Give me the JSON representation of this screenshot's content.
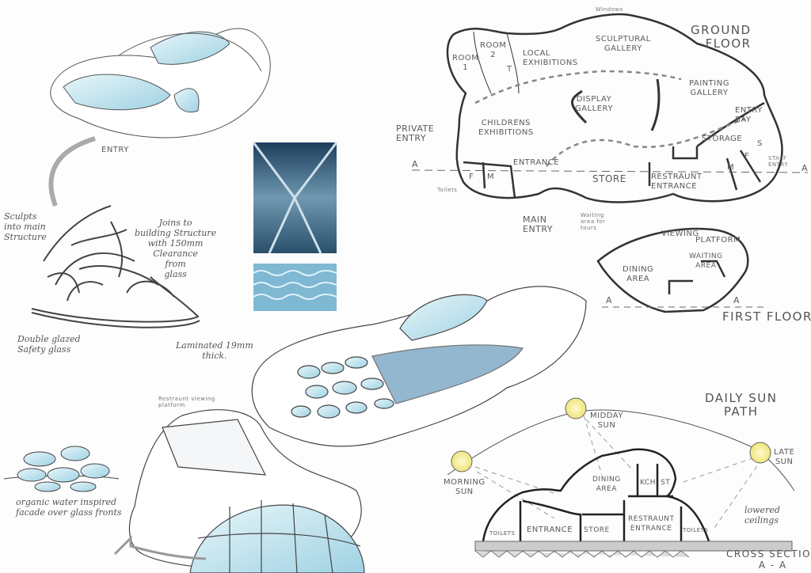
{
  "sketch_notes": {
    "entry": "ENTRY",
    "sculpts": "Sculpts\ninto main\nStructure",
    "joins": "Joins to\nbuilding Structure\nwith 150mm\nClearance\nfrom\nglass",
    "double_glazed": "Double glazed\nSafety glass",
    "laminated": "Laminated 19mm\nthick.",
    "facade": "organic water inspired\nfacade over glass fronts",
    "restaurant_platform": "Restraunt viewing\nplatform"
  },
  "ground_floor": {
    "title": "GROUND\nFLOOR",
    "windows": "Windows",
    "rooms": [
      "ROOM\n1",
      "ROOM\n2",
      "T"
    ],
    "areas": {
      "local": "LOCAL\nEXHIBITIONS",
      "sculptural": "SCULPTURAL\nGALLERY",
      "painting": "PAINTING\nGALLERY",
      "display": "DISPLAY\nGALLERY",
      "childrens": "CHILDRENS\nEXHIBITIONS",
      "entrance": "ENTRANCE",
      "store": "STORE",
      "restaurant_entrance": "RESTRAUNT\nENTRANCE",
      "storage": "STORAGE",
      "entry_bay": "ENTRY\nBAY",
      "f": "F",
      "m": "M",
      "s": "S",
      "f2": "F",
      "m2": "M"
    },
    "private_entry": "PRIVATE\nENTRY",
    "main_entry": "MAIN\nENTRY",
    "staff_entry": "STAFF\nENTRY",
    "toilets": "Toilets",
    "waiting": "Waiting\narea for\ntours",
    "section_marker": "A"
  },
  "first_floor": {
    "title": "FIRST FLOOR",
    "viewing": "VIEWING",
    "platform": "PLATFORM",
    "waiting": "WAITING\nAREA",
    "dining": "DINING\nAREA",
    "section_marker": "A"
  },
  "sun_path": {
    "title": "DAILY SUN\nPATH",
    "morning": "MORNING\nSUN",
    "midday": "MIDDAY\nSUN",
    "late": "LATE\nSUN",
    "lowered": "lowered\nceilings",
    "cross_section": "CROSS SECTION\nA - A",
    "rooms": {
      "toilets_l": "TOILETS",
      "entrance": "ENTRANCE",
      "store": "STORE",
      "restaurant": "RESTRAUNT\nENTRANCE",
      "toilets_r": "TOILETS",
      "dining": "DINING\nAREA",
      "kch": "KCH",
      "st": "ST"
    }
  },
  "colors": {
    "glass": "#bfe3ee",
    "sun": "#f3ee9a",
    "ink": "#333333",
    "photo": "#2a5a80"
  }
}
